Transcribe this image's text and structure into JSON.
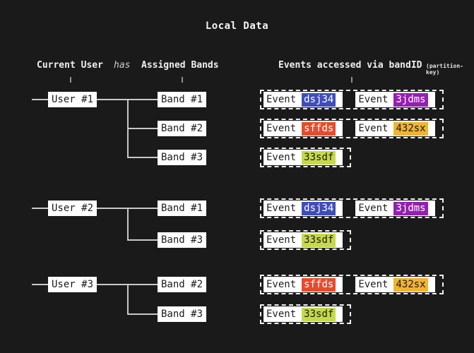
{
  "title": "Local Data",
  "headers": {
    "current_user": "Current User",
    "has": "has",
    "assigned_bands": "Assigned Bands",
    "events": "Events accessed via bandID",
    "partition_key": "(partition-key)"
  },
  "colors": {
    "background": "#1a1a1a",
    "box_fill": "#ffffff",
    "box_text": "#1b1b1b",
    "connector": "#c9c9c9",
    "dashed_border": "#f2f2f2",
    "badge_blue": "#3e4db8",
    "badge_purple": "#9320af",
    "badge_red": "#e64b2c",
    "badge_amber": "#f0b42e",
    "badge_lime": "#c6d94a"
  },
  "users": [
    {
      "label": "User #1",
      "bands": [
        {
          "label": "Band #1",
          "events": [
            {
              "text": "Event",
              "id": "dsj34",
              "bg": "#3e4db8",
              "fg": "#ffffff"
            },
            {
              "text": "Event",
              "id": "3jdms",
              "bg": "#9320af",
              "fg": "#ffffff"
            }
          ]
        },
        {
          "label": "Band #2",
          "events": [
            {
              "text": "Event",
              "id": "sffds",
              "bg": "#e64b2c",
              "fg": "#ffffff"
            },
            {
              "text": "Event",
              "id": "432sx",
              "bg": "#f0b42e",
              "fg": "#1a1a1a"
            }
          ]
        },
        {
          "label": "Band #3",
          "events": [
            {
              "text": "Event",
              "id": "33sdf",
              "bg": "#c6d94a",
              "fg": "#1a1a1a"
            }
          ]
        }
      ]
    },
    {
      "label": "User #2",
      "bands": [
        {
          "label": "Band #1",
          "events": [
            {
              "text": "Event",
              "id": "dsj34",
              "bg": "#3e4db8",
              "fg": "#ffffff"
            },
            {
              "text": "Event",
              "id": "3jdms",
              "bg": "#9320af",
              "fg": "#ffffff"
            }
          ]
        },
        {
          "label": "Band #3",
          "events": [
            {
              "text": "Event",
              "id": "33sdf",
              "bg": "#c6d94a",
              "fg": "#1a1a1a"
            }
          ]
        }
      ]
    },
    {
      "label": "User #3",
      "bands": [
        {
          "label": "Band #2",
          "events": [
            {
              "text": "Event",
              "id": "sffds",
              "bg": "#e64b2c",
              "fg": "#ffffff"
            },
            {
              "text": "Event",
              "id": "432sx",
              "bg": "#f0b42e",
              "fg": "#1a1a1a"
            }
          ]
        },
        {
          "label": "Band #3",
          "events": [
            {
              "text": "Event",
              "id": "33sdf",
              "bg": "#c6d94a",
              "fg": "#1a1a1a"
            }
          ]
        }
      ]
    }
  ]
}
